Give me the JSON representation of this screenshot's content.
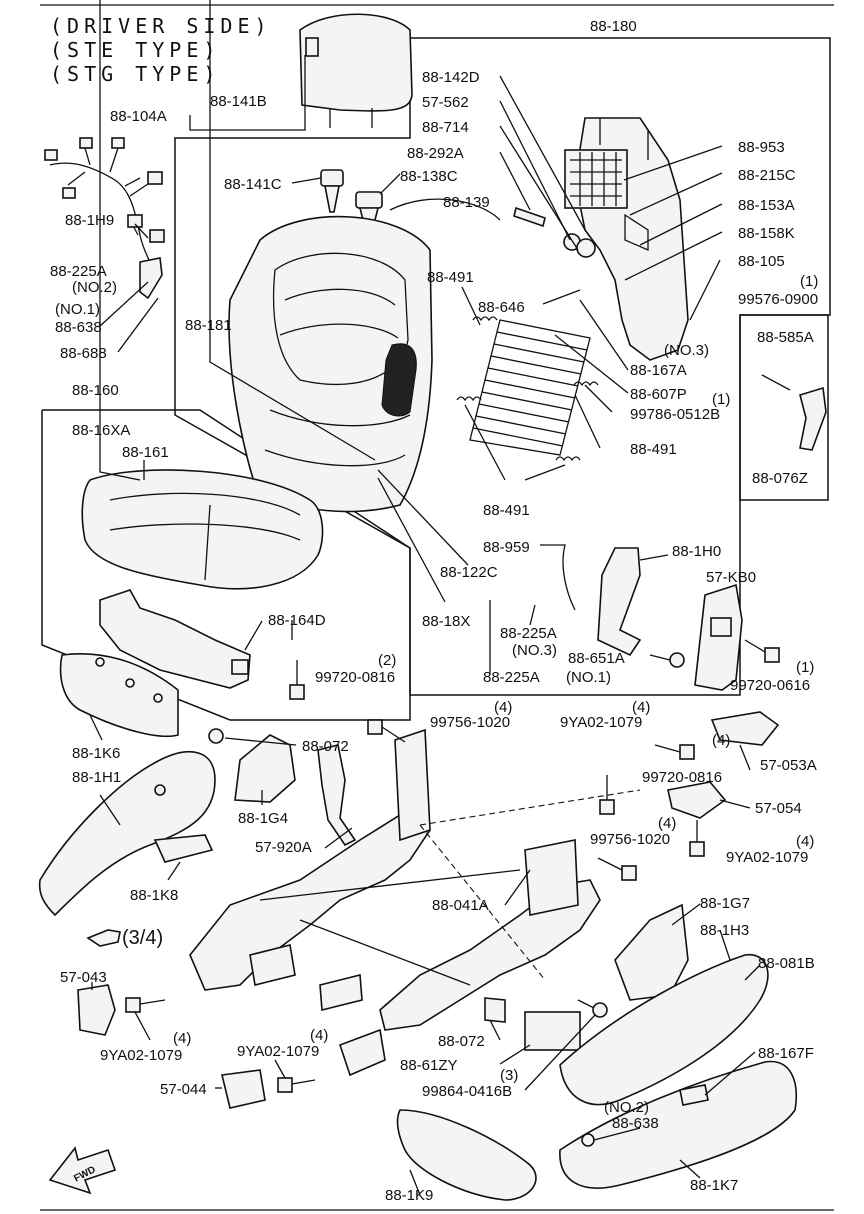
{
  "header": {
    "line1": "(DRIVER SIDE)",
    "line2": "(STE TYPE)",
    "line3": "(STG TYPE)"
  },
  "labels": {
    "p88_180": "88-180",
    "p88_142D": "88-142D",
    "p57_562": "57-562",
    "p88_714": "88-714",
    "p88_292A": "88-292A",
    "p88_138C": "88-138C",
    "p88_141C": "88-141C",
    "p88_139": "88-139",
    "p88_953": "88-953",
    "p88_215C": "88-215C",
    "p88_153A": "88-153A",
    "p88_158K": "88-158K",
    "p88_105": "88-105",
    "p99576_qty": "(1)",
    "p99576": "99576-0900",
    "p88_104A": "88-104A",
    "p88_141B": "88-141B",
    "p88_1H9": "88-1H9",
    "p88_225A_no2": "88-225A",
    "p88_225A_no2_note": "(NO.2)",
    "p88_638_no1_note": "(NO.1)",
    "p88_638_no1": "88-638",
    "p88_688": "88-688",
    "p88_181": "88-181",
    "p88_491_a": "88-491",
    "p88_646": "88-646",
    "p88_167A_note": "(NO.3)",
    "p88_167A": "88-167A",
    "p88_585A": "88-585A",
    "p88_607P": "88-607P",
    "p99786_qty": "(1)",
    "p99786": "99786-0512B",
    "p88_491_b": "88-491",
    "p88_076Z": "88-076Z",
    "p88_491_c": "88-491",
    "p88_160": "88-160",
    "p88_16XA": "88-16XA",
    "p88_161": "88-161",
    "p88_959": "88-959",
    "p88_122C": "88-122C",
    "p88_1H0": "88-1H0",
    "p57_KB0": "57-KB0",
    "p88_18X": "88-18X",
    "p88_225A_no3": "88-225A",
    "p88_225A_no3_note": "(NO.3)",
    "p88_164D": "88-164D",
    "p99720_0816_qty": "(2)",
    "p99720_0816_a": "99720-0816",
    "p88_651A": "88-651A",
    "p99720_0616_qty": "(1)",
    "p99720_0616": "99720-0616",
    "p88_225A_no1": "88-225A",
    "p88_225A_no1_note": "(NO.1)",
    "p88_072_a": "88-072",
    "p99756_a_qty": "(4)",
    "p99756_a": "99756-1020",
    "p9YA02_a_qty": "(4)",
    "p9YA02_a": "9YA02-1079",
    "p57_053A_qty": "(4)",
    "p57_053A": "57-053A",
    "p88_1K6": "88-1K6",
    "p88_1H1": "88-1H1",
    "p88_1G4": "88-1G4",
    "p99720_0816_b": "99720-0816",
    "p57_054": "57-054",
    "p99756_b_qty": "(4)",
    "p99756_b": "99756-1020",
    "p9YA02_b_qty": "(4)",
    "p9YA02_b": "9YA02-1079",
    "p57_920A": "57-920A",
    "p88_1K8": "88-1K8",
    "p88_041A": "88-041A",
    "p88_1G7": "88-1G7",
    "p88_1H3": "88-1H3",
    "p88_081B": "88-081B",
    "fraction_note": "(3/4)",
    "p57_043": "57-043",
    "p9YA02_c_qty": "(4)",
    "p9YA02_c": "9YA02-1079",
    "p9YA02_d_qty": "(4)",
    "p9YA02_d": "9YA02-1079",
    "p88_072_b": "88-072",
    "p88_61ZY": "88-61ZY",
    "p99864_qty": "(3)",
    "p99864": "99864-0416B",
    "p57_044": "57-044",
    "p88_167F": "88-167F",
    "p88_638_no2_note": "(NO.2)",
    "p88_638_no2": "88-638",
    "p88_1K9": "88-1K9",
    "p88_1K7": "88-1K7",
    "fwd": "FWD"
  }
}
